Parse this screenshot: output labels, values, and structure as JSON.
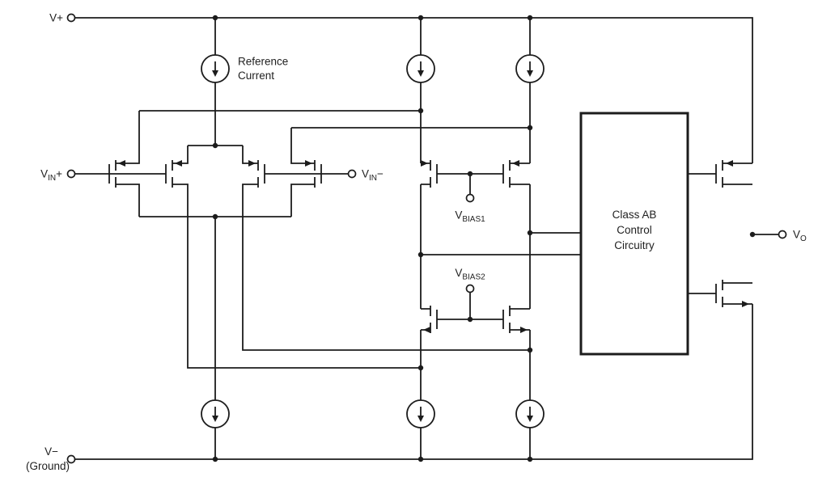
{
  "schematic": {
    "power": {
      "vplus": "V+",
      "vminus": "V−",
      "ground_note": "(Ground)"
    },
    "reference_current": {
      "line1": "Reference",
      "line2": "Current"
    },
    "inputs": {
      "vin_plus": {
        "base": "V",
        "sub": "IN",
        "sign": "+"
      },
      "vin_minus": {
        "base": "V",
        "sub": "IN",
        "sign": "−"
      }
    },
    "bias": {
      "vbias1": {
        "base": "V",
        "sub": "BIAS1"
      },
      "vbias2": {
        "base": "V",
        "sub": "BIAS2"
      }
    },
    "class_ab_box": {
      "line1": "Class AB",
      "line2": "Control",
      "line3": "Circuitry"
    },
    "output": {
      "vout": {
        "base": "V",
        "sub": "O"
      }
    },
    "colors": {
      "stroke": "#1c1c1c",
      "background": "#ffffff"
    }
  }
}
